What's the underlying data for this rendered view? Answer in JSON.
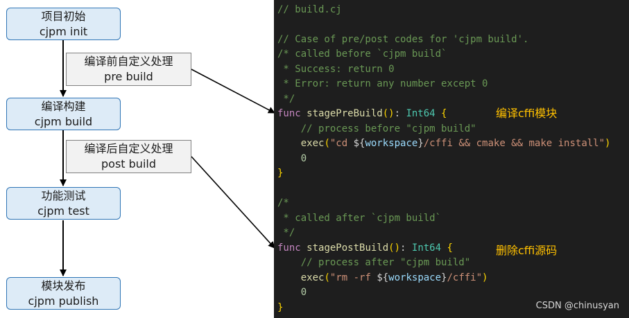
{
  "flow": {
    "steps": [
      {
        "title": "项目初始",
        "cmd": "cjpm init"
      },
      {
        "title": "编译构建",
        "cmd": "cjpm build"
      },
      {
        "title": "功能测试",
        "cmd": "cjpm test"
      },
      {
        "title": "模块发布",
        "cmd": "cjpm publish"
      }
    ],
    "hooks": [
      {
        "title": "编译前自定义处理",
        "cmd": "pre build"
      },
      {
        "title": "编译后自定义处理",
        "cmd": "post build"
      }
    ]
  },
  "code": {
    "lines": [
      [
        {
          "c": "cm",
          "t": "// build.cj"
        }
      ],
      [],
      [
        {
          "c": "cm",
          "t": "// Case of pre/post codes for 'cjpm build'."
        }
      ],
      [
        {
          "c": "cm",
          "t": "/* called before `cjpm build`"
        }
      ],
      [
        {
          "c": "cm",
          "t": " * Success: return 0"
        }
      ],
      [
        {
          "c": "cm",
          "t": " * Error: return any number except 0"
        }
      ],
      [
        {
          "c": "cm",
          "t": " */"
        }
      ],
      [
        {
          "c": "kw",
          "t": "func "
        },
        {
          "c": "fn",
          "t": "stagePreBuild"
        },
        {
          "c": "br",
          "t": "()"
        },
        {
          "c": "op",
          "t": ": "
        },
        {
          "c": "ty",
          "t": "Int64"
        },
        {
          "c": "op",
          "t": " "
        },
        {
          "c": "br",
          "t": "{"
        }
      ],
      [
        {
          "c": "op",
          "t": "    "
        },
        {
          "c": "cm",
          "t": "// process before \"cjpm build\""
        }
      ],
      [
        {
          "c": "op",
          "t": "    "
        },
        {
          "c": "fn",
          "t": "exec"
        },
        {
          "c": "br",
          "t": "("
        },
        {
          "c": "st",
          "t": "\"cd "
        },
        {
          "c": "op",
          "t": "${"
        },
        {
          "c": "vr",
          "t": "workspace"
        },
        {
          "c": "op",
          "t": "}"
        },
        {
          "c": "st",
          "t": "/cffi && cmake && make install\""
        },
        {
          "c": "br",
          "t": ")"
        }
      ],
      [
        {
          "c": "op",
          "t": "    "
        },
        {
          "c": "nm",
          "t": "0"
        }
      ],
      [
        {
          "c": "br",
          "t": "}"
        }
      ],
      [],
      [
        {
          "c": "cm",
          "t": "/*"
        }
      ],
      [
        {
          "c": "cm",
          "t": " * called after `cjpm build`"
        }
      ],
      [
        {
          "c": "cm",
          "t": " */"
        }
      ],
      [
        {
          "c": "kw",
          "t": "func "
        },
        {
          "c": "fn",
          "t": "stagePostBuild"
        },
        {
          "c": "br",
          "t": "()"
        },
        {
          "c": "op",
          "t": ": "
        },
        {
          "c": "ty",
          "t": "Int64"
        },
        {
          "c": "op",
          "t": " "
        },
        {
          "c": "br",
          "t": "{"
        }
      ],
      [
        {
          "c": "op",
          "t": "    "
        },
        {
          "c": "cm",
          "t": "// process after \"cjpm build\""
        }
      ],
      [
        {
          "c": "op",
          "t": "    "
        },
        {
          "c": "fn",
          "t": "exec"
        },
        {
          "c": "br",
          "t": "("
        },
        {
          "c": "st",
          "t": "\"rm -rf "
        },
        {
          "c": "op",
          "t": "${"
        },
        {
          "c": "vr",
          "t": "workspace"
        },
        {
          "c": "op",
          "t": "}"
        },
        {
          "c": "st",
          "t": "/cffi\""
        },
        {
          "c": "br",
          "t": ")"
        }
      ],
      [
        {
          "c": "op",
          "t": "    "
        },
        {
          "c": "nm",
          "t": "0"
        }
      ],
      [
        {
          "c": "br",
          "t": "}"
        }
      ]
    ]
  },
  "annotations": {
    "pre": "编译cffi模块",
    "post": "删除cffi源码"
  },
  "watermark": "CSDN @chinusyan",
  "colors": {
    "box_fill": "#ddebf7",
    "box_border": "#2e74b5",
    "note_fill": "#f2f2f2",
    "code_bg": "#1e1e1e",
    "annotation": "#ffc000"
  }
}
